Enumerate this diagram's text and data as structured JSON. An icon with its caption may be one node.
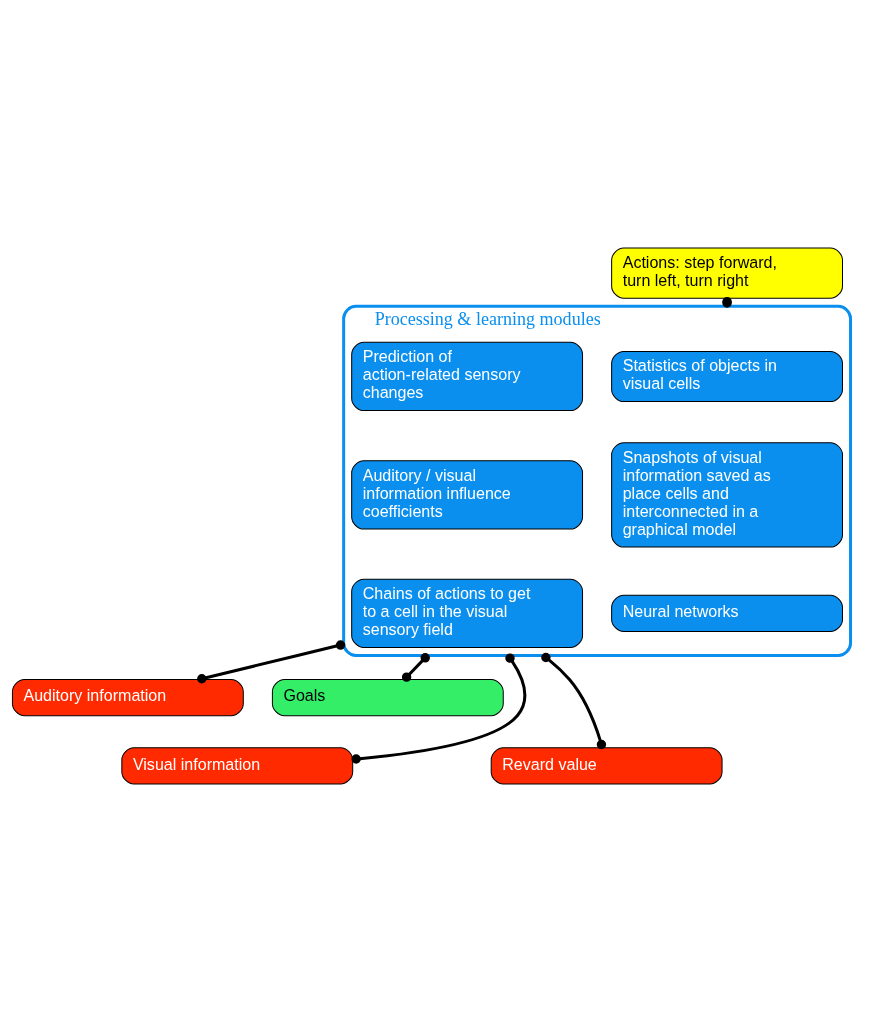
{
  "diagram": {
    "nodes": [
      {
        "text": [
          "Actions: step forward, turn left, turn right"
        ]
      },
      {
        "text": [
          "Processing & learning modules"
        ]
      },
      {
        "text": [
          "Statistics of objects in visual cells"
        ],
        "in": 1
      },
      {
        "text": [
          "Prediction of action-related sensory changes"
        ],
        "in": 1
      },
      {
        "text": [
          "Snapshots of visual information saved as place cells and interconnected in a graphical model"
        ],
        "in": 1
      },
      {
        "text": [
          "Auditory / visual information influence coefficients"
        ],
        "in": 1
      },
      {
        "text": [
          "Neural networks"
        ],
        "in": 1
      },
      {
        "text": [
          "Chains of actions to get to a cell in the visual sensory field"
        ],
        "in": 1
      },
      {
        "text": [
          "Auditory information"
        ]
      },
      {
        "text": [
          "Goals"
        ]
      },
      {
        "text": [
          "Visual information"
        ]
      },
      {
        "text": [
          "Revard value"
        ]
      }
    ],
    "edges": [
      {
        "from": 0,
        "to": 1,
        "arrow": "other"
      },
      {
        "from": 1,
        "to": 8,
        "arrow": "other"
      },
      {
        "from": 1,
        "to": 9,
        "arrow": "other"
      },
      {
        "from": 1,
        "to": 10,
        "arrow": "other"
      },
      {
        "from": 1,
        "to": 11,
        "arrow": "other"
      }
    ]
  }
}
